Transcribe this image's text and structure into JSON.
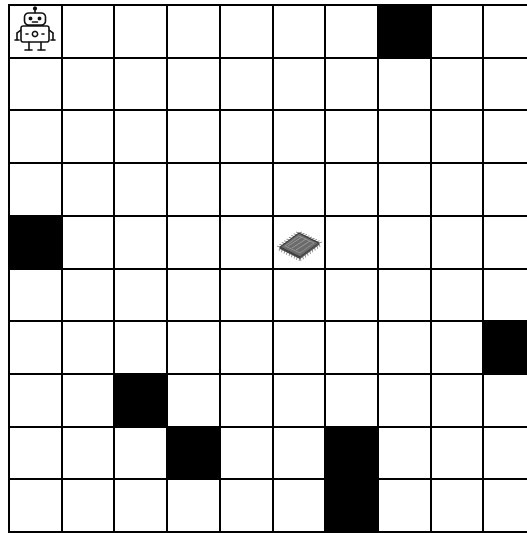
{
  "grid": {
    "rows": 10,
    "cols": 10,
    "colors": {
      "background": "#ffffff",
      "wall": "#000000",
      "grid_line": "#000000"
    },
    "walls": [
      {
        "row": 0,
        "col": 7
      },
      {
        "row": 4,
        "col": 0
      },
      {
        "row": 6,
        "col": 9
      },
      {
        "row": 7,
        "col": 2
      },
      {
        "row": 8,
        "col": 3
      },
      {
        "row": 8,
        "col": 6
      },
      {
        "row": 9,
        "col": 6
      }
    ]
  },
  "agent": {
    "icon": "robot-icon",
    "row": 0,
    "col": 0
  },
  "goal": {
    "icon": "microchip-icon",
    "row": 4,
    "col": 5
  }
}
